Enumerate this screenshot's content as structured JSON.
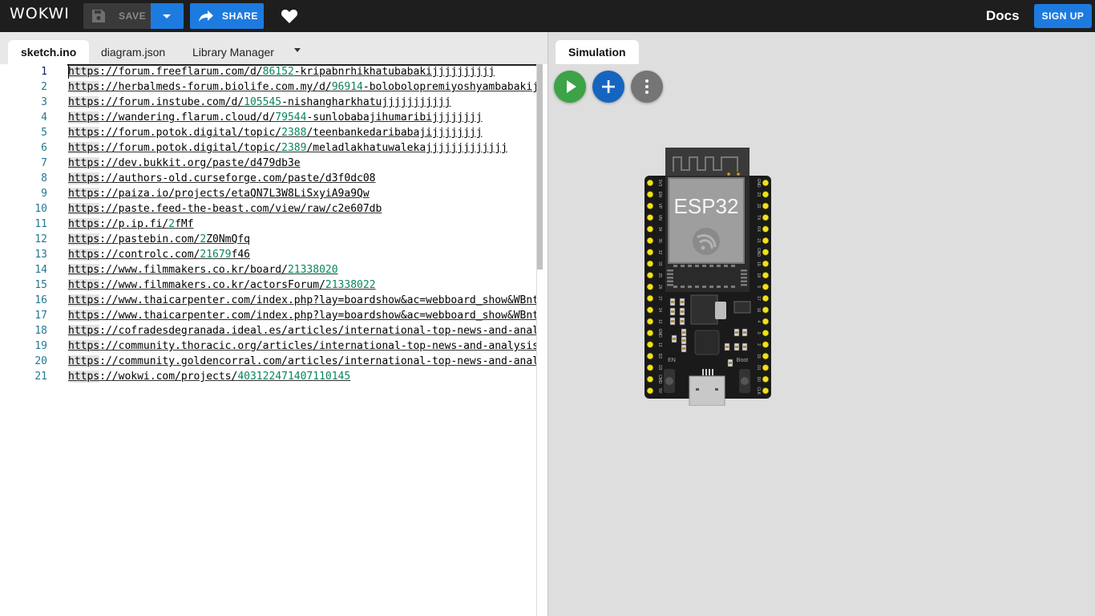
{
  "app": {
    "logo_text": "WOKWI"
  },
  "toolbar": {
    "save_label": "SAVE",
    "share_label": "SHARE",
    "docs_label": "Docs",
    "signup_label": "SIGN UP"
  },
  "tabs": [
    {
      "label": "sketch.ino",
      "active": true
    },
    {
      "label": "diagram.json",
      "active": false
    },
    {
      "label": "Library Manager",
      "active": false
    }
  ],
  "code_lines": [
    {
      "num": "1",
      "parts": [
        [
          "h",
          "https"
        ],
        [
          "t",
          "://forum.freeflarum.com/d/"
        ],
        [
          "n",
          "86152"
        ],
        [
          "t",
          "-kripabnrhikhatubabakijjjjjjjjjj"
        ]
      ]
    },
    {
      "num": "2",
      "parts": [
        [
          "h",
          "https"
        ],
        [
          "t",
          "://herbalmeds-forum.biolife.com.my/d/"
        ],
        [
          "n",
          "96914"
        ],
        [
          "t",
          "-bolobolopremiyoshyambabakijjjjjj"
        ]
      ]
    },
    {
      "num": "3",
      "parts": [
        [
          "h",
          "https"
        ],
        [
          "t",
          "://forum.instube.com/d/"
        ],
        [
          "n",
          "105545"
        ],
        [
          "t",
          "-nishangharkhatujjjjjjjjjjj"
        ]
      ]
    },
    {
      "num": "4",
      "parts": [
        [
          "h",
          "https"
        ],
        [
          "t",
          "://wandering.flarum.cloud/d/"
        ],
        [
          "n",
          "79544"
        ],
        [
          "t",
          "-sunlobabajihumaribijjjjjjjj"
        ]
      ]
    },
    {
      "num": "5",
      "parts": [
        [
          "h",
          "https"
        ],
        [
          "t",
          "://forum.potok.digital/topic/"
        ],
        [
          "n",
          "2388"
        ],
        [
          "t",
          "/teenbankedaribabajijjjjjjjj"
        ]
      ]
    },
    {
      "num": "6",
      "parts": [
        [
          "h",
          "https"
        ],
        [
          "t",
          "://forum.potok.digital/topic/"
        ],
        [
          "n",
          "2389"
        ],
        [
          "t",
          "/meladlakhatuwalekajjjjjjjjjjjjj"
        ]
      ]
    },
    {
      "num": "7",
      "parts": [
        [
          "h",
          "https"
        ],
        [
          "t",
          "://dev.bukkit.org/paste/d479db3e"
        ]
      ]
    },
    {
      "num": "8",
      "parts": [
        [
          "h",
          "https"
        ],
        [
          "t",
          "://authors-old.curseforge.com/paste/d3f0dc08"
        ]
      ]
    },
    {
      "num": "9",
      "parts": [
        [
          "h",
          "https"
        ],
        [
          "t",
          "://paiza.io/projects/etaQN7L3W8LiSxyiA9a9Qw"
        ]
      ]
    },
    {
      "num": "10",
      "parts": [
        [
          "h",
          "https"
        ],
        [
          "t",
          "://paste.feed-the-beast.com/view/raw/c2e607db"
        ]
      ]
    },
    {
      "num": "11",
      "parts": [
        [
          "h",
          "https"
        ],
        [
          "t",
          "://p.ip.fi/"
        ],
        [
          "n",
          "2"
        ],
        [
          "t",
          "fMf"
        ]
      ]
    },
    {
      "num": "12",
      "parts": [
        [
          "h",
          "https"
        ],
        [
          "t",
          "://pastebin.com/"
        ],
        [
          "n",
          "2"
        ],
        [
          "t",
          "Z0NmQfq"
        ]
      ]
    },
    {
      "num": "13",
      "parts": [
        [
          "h",
          "https"
        ],
        [
          "t",
          "://controlc.com/"
        ],
        [
          "n",
          "21679"
        ],
        [
          "t",
          "f46"
        ]
      ]
    },
    {
      "num": "14",
      "parts": [
        [
          "h",
          "https"
        ],
        [
          "t",
          "://www.filmmakers.co.kr/board/"
        ],
        [
          "n",
          "21338020"
        ]
      ]
    },
    {
      "num": "15",
      "parts": [
        [
          "h",
          "https"
        ],
        [
          "t",
          "://www.filmmakers.co.kr/actorsForum/"
        ],
        [
          "n",
          "21338022"
        ]
      ]
    },
    {
      "num": "16",
      "parts": [
        [
          "h",
          "https"
        ],
        [
          "t",
          "://www.thaicarpenter.com/index.php?lay=boardshow&ac=webboard_show&WBnt"
        ]
      ]
    },
    {
      "num": "17",
      "parts": [
        [
          "h",
          "https"
        ],
        [
          "t",
          "://www.thaicarpenter.com/index.php?lay=boardshow&ac=webboard_show&WBnt"
        ]
      ]
    },
    {
      "num": "18",
      "parts": [
        [
          "h",
          "https"
        ],
        [
          "t",
          "://cofradesdegranada.ideal.es/articles/international-top-news-and-anal"
        ]
      ]
    },
    {
      "num": "19",
      "parts": [
        [
          "h",
          "https"
        ],
        [
          "t",
          "://community.thoracic.org/articles/international-top-news-and-analysis"
        ]
      ]
    },
    {
      "num": "20",
      "parts": [
        [
          "h",
          "https"
        ],
        [
          "t",
          "://community.goldencorral.com/articles/international-top-news-and-anal"
        ]
      ]
    },
    {
      "num": "21",
      "parts": [
        [
          "h",
          "https"
        ],
        [
          "t",
          "://wokwi.com/projects/"
        ],
        [
          "n",
          "403122471407110145"
        ]
      ]
    }
  ],
  "simulation": {
    "tab_label": "Simulation",
    "board_label": "ESP32",
    "left_pins": [
      "3V3",
      "EN",
      "VP",
      "VN",
      "34",
      "35",
      "32",
      "33",
      "25",
      "26",
      "27",
      "14",
      "12",
      "GND",
      "13",
      "D2",
      "D3",
      "CMD",
      "5V"
    ],
    "right_pins": [
      "GND",
      "23",
      "22",
      "TX",
      "RX",
      "21",
      "GND",
      "19",
      "18",
      "5",
      "17",
      "16",
      "4",
      "0",
      "2",
      "15",
      "D1",
      "D0",
      "CLK"
    ],
    "en_label": "EN",
    "boot_label": "Boot"
  },
  "icons": {
    "save": "floppy-disk-icon",
    "dropdown": "chevron-down-icon",
    "share": "share-arrow-icon",
    "heart": "heart-icon",
    "play": "play-icon",
    "add": "plus-icon",
    "more": "more-vertical-icon"
  },
  "colors": {
    "topbar": "#1e1e1e",
    "primary": "#1d7be0",
    "play": "#3ca346",
    "add": "#1565c0",
    "more": "#757575",
    "number_literal": "#098658",
    "line_number": "#237893"
  }
}
